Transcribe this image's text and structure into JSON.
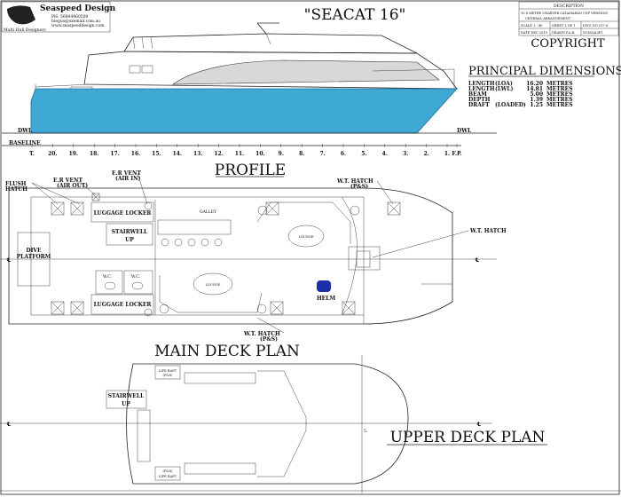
{
  "logo": {
    "company": "Seaspeed Design",
    "phone": "PH: 56804460500",
    "email": "biegus@ozemail.com.au",
    "web": "www.seaspeeddesign.com",
    "tagline": "Multi Hull Designers"
  },
  "title": "\"SEACAT 16\"",
  "title_block": {
    "description_label": "DESCRIPTION",
    "description": "15.8 METRE CHARTER CATAMARAN (VIP VERSION)",
    "description2": "GENERAL ARRANGEMENT",
    "scale": "SCALE 1 : 40",
    "sheet": "SHEET 1 OF 1",
    "dwg_no": "DWG NO 517.8",
    "date": "DATE DEC 2019",
    "drawn": "DRAWN P.A.B.",
    "file": "DCDGALIP1"
  },
  "copyright": "COPYRIGHT",
  "dimensions": {
    "heading": "PRINCIPAL DIMENSIONS",
    "rows": [
      {
        "name": "LENGTH",
        "qual": "(LOA)",
        "value": "16.20",
        "unit": "METRES"
      },
      {
        "name": "LENGTH",
        "qual": "(LWL)",
        "value": "14.81",
        "unit": "METRES"
      },
      {
        "name": "BEAM",
        "qual": "",
        "value": "5.00",
        "unit": "METRES"
      },
      {
        "name": "DEPTH",
        "qual": "",
        "value": "1.39",
        "unit": "METRES"
      },
      {
        "name": "DRAFT",
        "qual": "(LOADED)",
        "value": "1.25",
        "unit": "METRES"
      }
    ]
  },
  "profile": {
    "heading": "PROFILE",
    "dwl": "DWL",
    "baseline": "BASELINE",
    "hull_color": "#3fa9d6",
    "stations": [
      "T.",
      "20.",
      "19.",
      "18.",
      "17.",
      "16.",
      "15.",
      "14.",
      "13.",
      "12.",
      "11.",
      "10.",
      "9.",
      "8.",
      "7.",
      "6.",
      "5.",
      "4.",
      "3.",
      "2.",
      "1.",
      "F.P."
    ]
  },
  "main_deck": {
    "heading": "MAIN DECK PLAN",
    "flush_hatch": "FLUSH",
    "flush_hatch2": "HATCH",
    "er_vent_out": "E.R VENT",
    "er_vent_out2": "(AIR OUT)",
    "er_vent_in": "E.R VENT",
    "er_vent_in2": "(AIR IN)",
    "luggage_locker": "LUGGAGE LOCKER",
    "stairwell": "STAIRWELL",
    "up": "UP",
    "galley": "GALLEY",
    "dive_platform": "DIVE",
    "dive_platform2": "PLATFORM",
    "wc": "W.C.",
    "lounge": "LOUNGE",
    "helm": "HELM",
    "wt_hatch": "W.T. HATCH",
    "ps": "(P&S)",
    "centreline": "℄",
    "helm_color": "#1a2fa8"
  },
  "upper_deck": {
    "heading": "UPPER DECK PLAN",
    "stairwell": "STAIRWELL",
    "up": "UP",
    "life_raft": "LIFE RAFT",
    "ps": "(P&S)",
    "centreline": "℄",
    "station": "5."
  }
}
